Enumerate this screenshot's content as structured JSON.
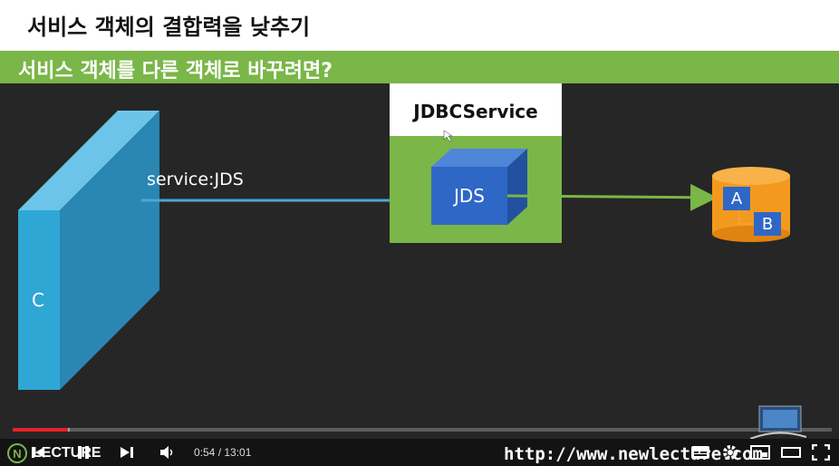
{
  "slide": {
    "title": "서비스 객체의 결합력을 낮추기",
    "subtitle": "서비스 객체를 다른 객체로 바꾸려면?",
    "component_c_label": "C",
    "arrow_label": "service:JDS",
    "service_box_title": "JDBCService",
    "service_cube_label": "JDS",
    "db_label_a": "A",
    "db_label_b": "B",
    "colors": {
      "title_bg": "#ffffff",
      "subtitle_bg": "#7ab648",
      "slide_bg": "#262626",
      "component_c": "#2fa7d4",
      "green_box": "#7ab648",
      "cube": "#2f67c6",
      "db": "#f39a1e"
    }
  },
  "player": {
    "brand_logo": "N",
    "brand_text": "LECTURE",
    "time": "0:54 / 13:01",
    "played_fraction": 0.068,
    "buffered_fraction": 0.07,
    "url_text": "http://www.newlecture.com",
    "icons": [
      "prev-icon",
      "play-icon",
      "next-icon",
      "volume-icon",
      "subtitles-icon",
      "settings-icon",
      "miniplayer-icon",
      "theater-icon",
      "fullscreen-icon"
    ]
  }
}
